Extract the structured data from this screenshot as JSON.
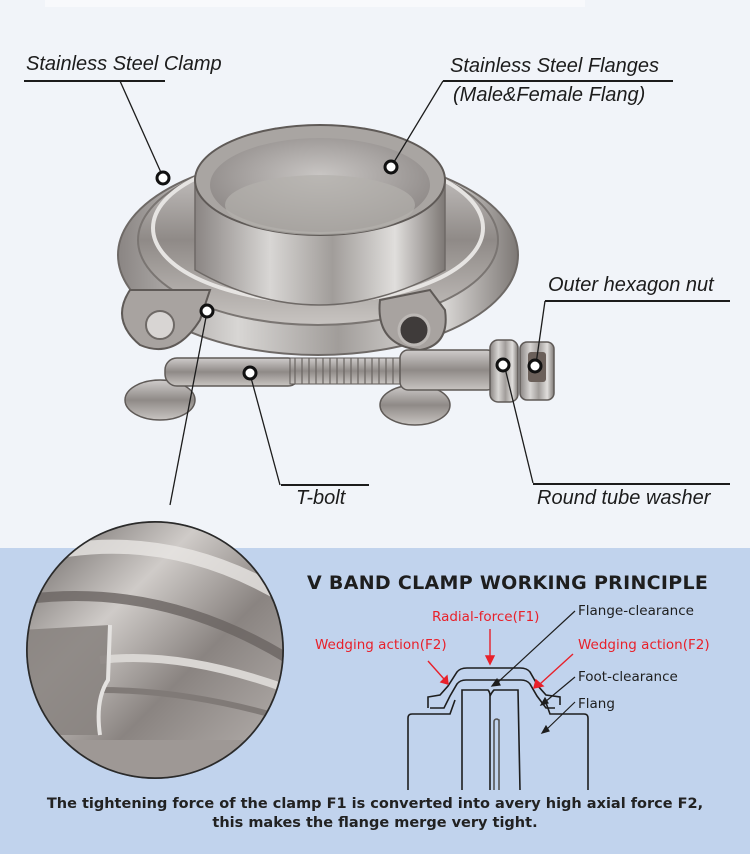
{
  "product_image": {
    "callouts": [
      {
        "id": "clamp",
        "label": "Stainless Steel Clamp"
      },
      {
        "id": "flanges",
        "label": "Stainless Steel Flanges",
        "sublabel": "(Male&Female Flang)"
      },
      {
        "id": "nut",
        "label": "Outer hexagon nut"
      },
      {
        "id": "tbolt",
        "label": "T-bolt"
      },
      {
        "id": "washer",
        "label": "Round tube washer"
      }
    ]
  },
  "principle": {
    "title": "V BAND CLAMP WORKING PRINCIPLE",
    "labels": {
      "radial_force": "Radial-force(F1)",
      "wedging_left": "Wedging action(F2)",
      "wedging_right": "Wedging action(F2)",
      "flange_clearance": "Flange-clearance",
      "foot_clearance": "Foot-clearance",
      "flang": "Flang"
    },
    "colors": {
      "force_label": "#e8202a",
      "background": "#c1d3ed"
    }
  },
  "footer": {
    "line1": "The tightening force of the clamp F1 is converted into avery high axial force F2,",
    "line2": "this makes the flange merge very tight."
  }
}
